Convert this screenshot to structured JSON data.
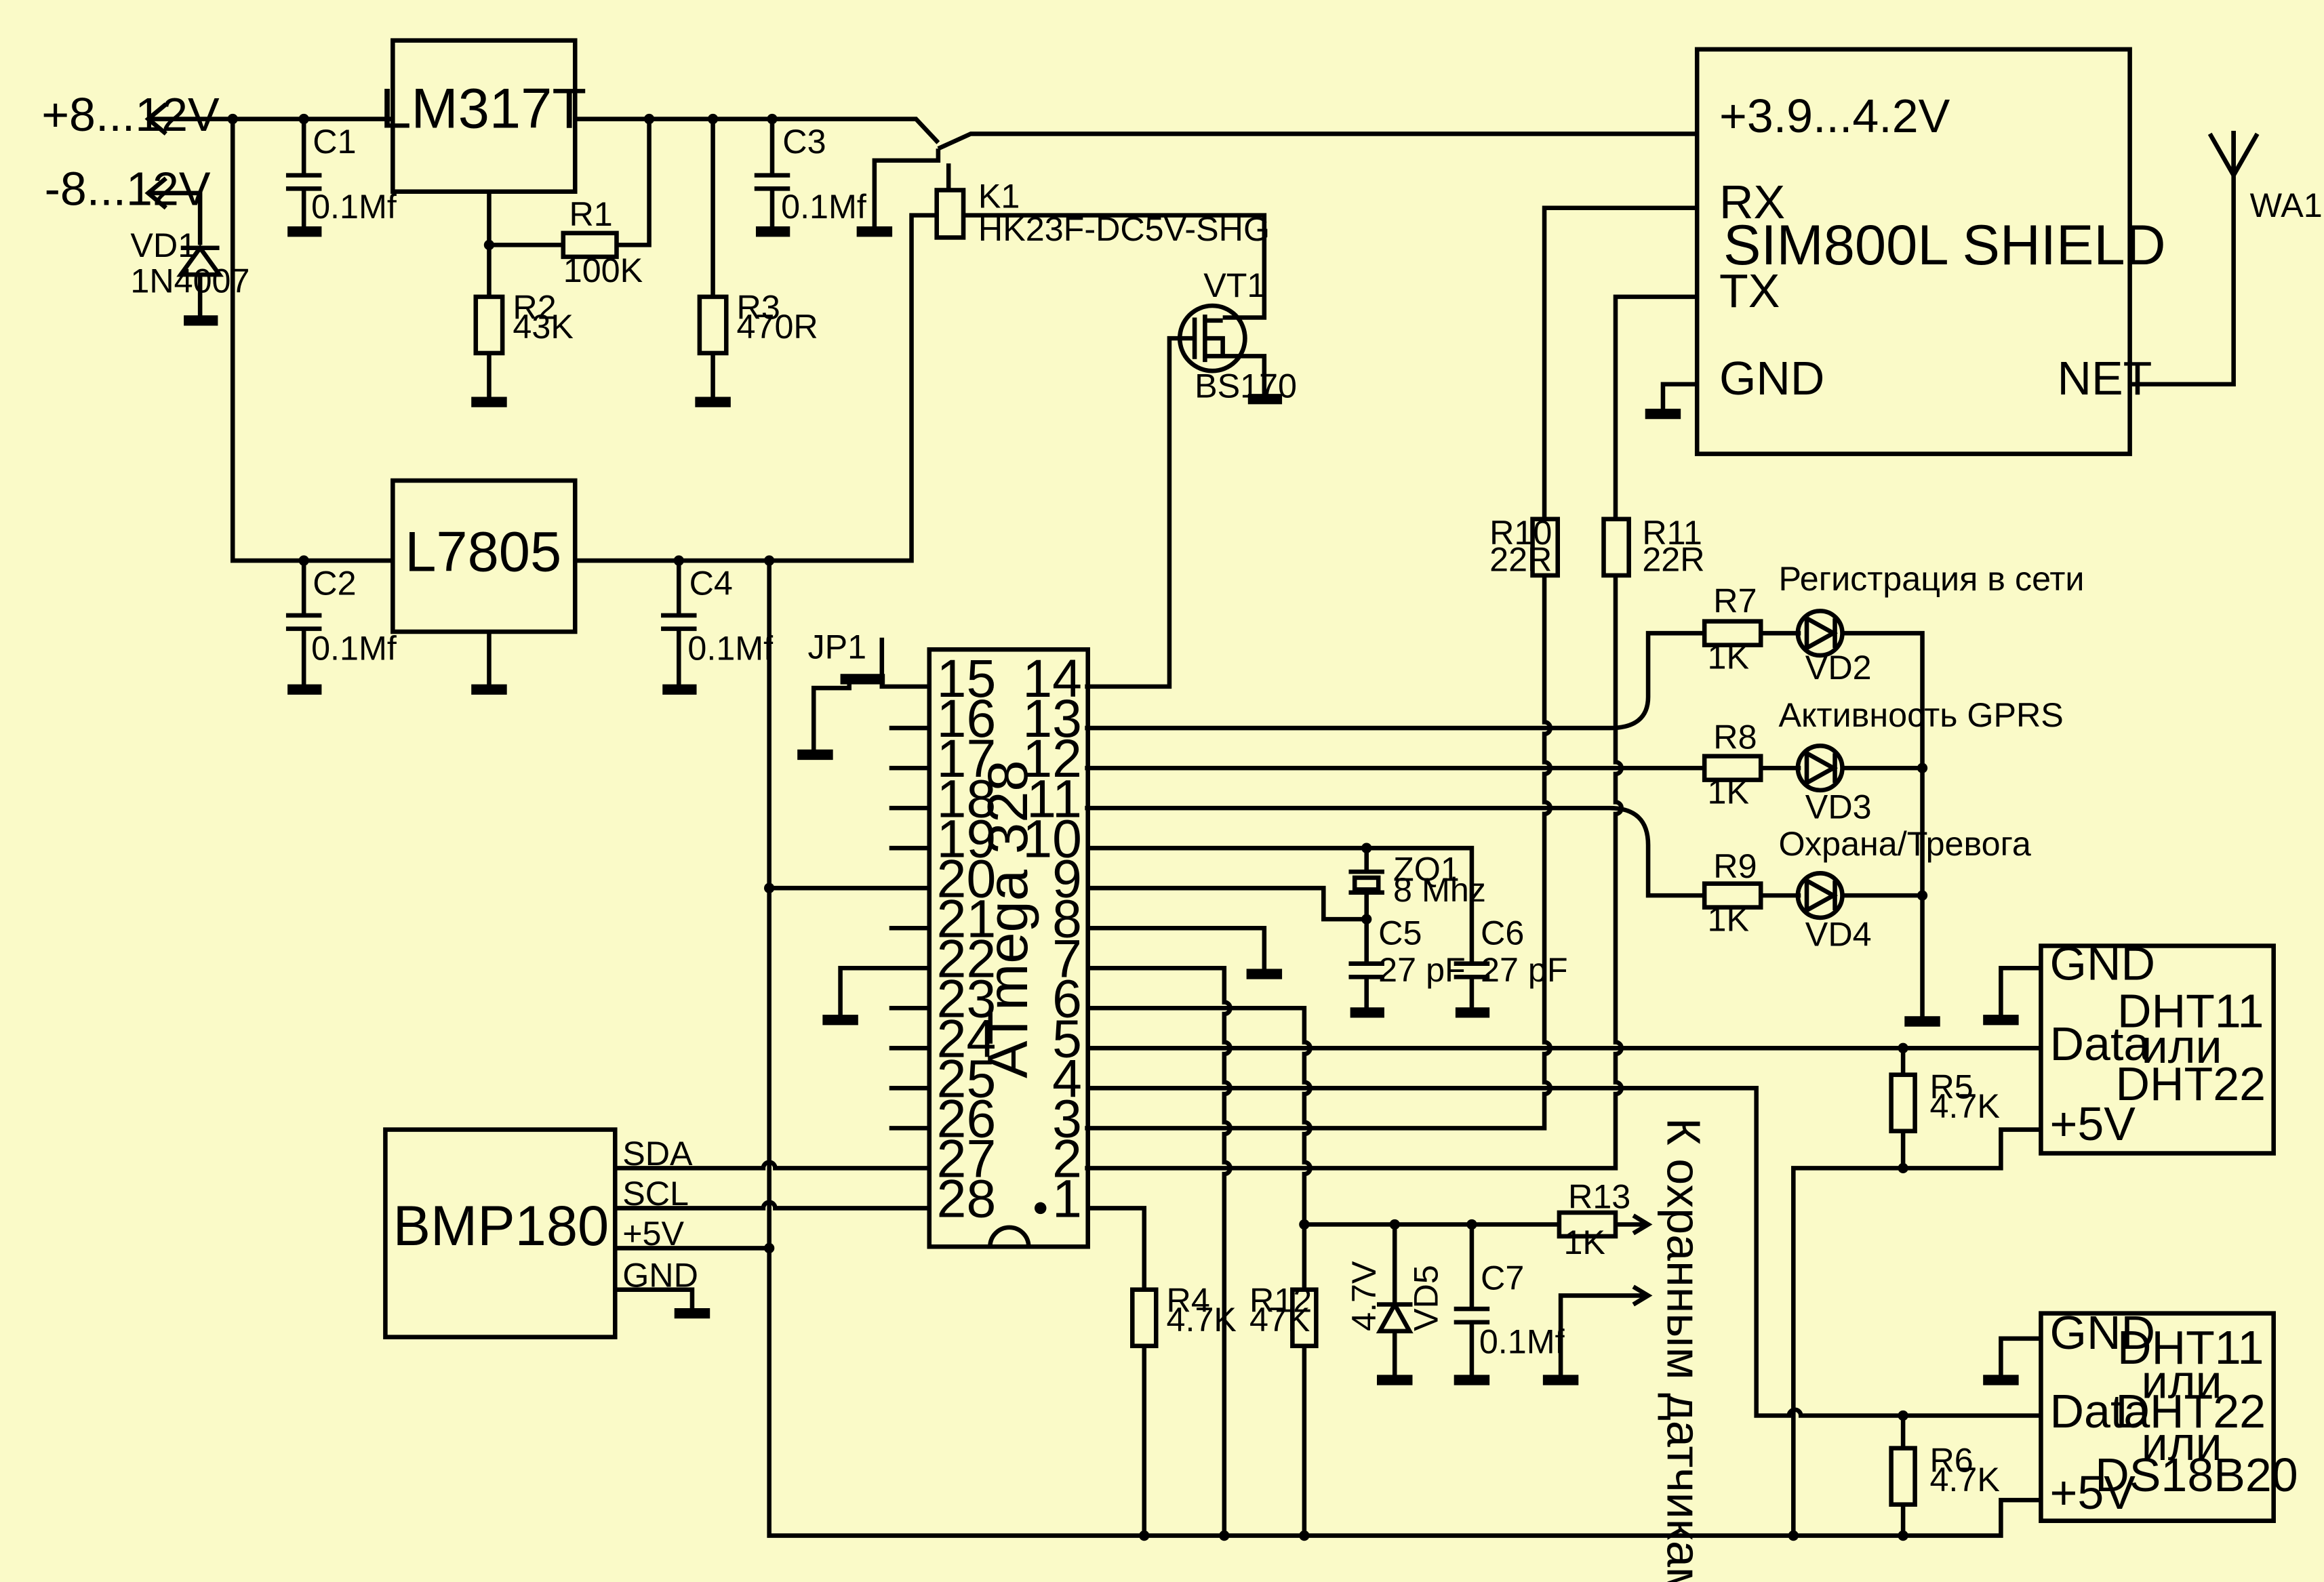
{
  "power": {
    "in_pos": "+8...12V",
    "in_neg": "-8...12V"
  },
  "reg1": {
    "name": "LM317T"
  },
  "reg2": {
    "name": "L7805"
  },
  "gsm": {
    "name": "SIM800L SHIELD",
    "vcc": "+3.9...4.2V",
    "rx": "RX",
    "tx": "TX",
    "gnd": "GND",
    "net": "NET"
  },
  "antenna": {
    "ref": "WA1"
  },
  "relay": {
    "ref": "K1",
    "part": "HK23F-DC5V-SHG"
  },
  "mosfet": {
    "ref": "VT1",
    "part": "BS170"
  },
  "diode": {
    "ref": "VD1",
    "part": "1N4007"
  },
  "mcu": {
    "name": "ATmega 328"
  },
  "jumper": {
    "ref": "JP1"
  },
  "crystal": {
    "ref": "ZQ1",
    "value": "8 Mhz"
  },
  "bmp": {
    "name": "BMP180",
    "sda": "SDA",
    "scl": "SCL",
    "vcc": "+5V",
    "gnd": "GND"
  },
  "dht1": {
    "l1": "DHT11",
    "l2": "или",
    "l3": "DHT22",
    "gnd": "GND",
    "data": "Data",
    "vcc": "+5V"
  },
  "dht2": {
    "l1": "DHT11",
    "l2": "или",
    "l3": "DHT22",
    "l4": "или",
    "l5": "DS18B20",
    "gnd": "GND",
    "data": "Data",
    "vcc": "+5V"
  },
  "led_labels": {
    "vd2": "Регистрация в сети",
    "vd3": "Активность GPRS",
    "vd4": "Охрана/Тревога"
  },
  "sensors_label": "К охранным датчикам",
  "zener": {
    "ref": "VD5",
    "value": "4.7V"
  },
  "pins_left": [
    "15",
    "16",
    "17",
    "18",
    "19",
    "20",
    "21",
    "22",
    "23",
    "24",
    "25",
    "26",
    "27",
    "28"
  ],
  "pins_right": [
    "14",
    "13",
    "12",
    "11",
    "10",
    "9",
    "8",
    "7",
    "6",
    "5",
    "4",
    "3",
    "2",
    "1"
  ],
  "capacitors": [
    {
      "ref": "C1",
      "value": "0.1Mf"
    },
    {
      "ref": "C2",
      "value": "0.1Mf"
    },
    {
      "ref": "C3",
      "value": "0.1Mf"
    },
    {
      "ref": "C4",
      "value": "0.1Mf"
    },
    {
      "ref": "C5",
      "value": "27 pF"
    },
    {
      "ref": "C6",
      "value": "27 pF"
    },
    {
      "ref": "C7",
      "value": "0.1Mf"
    }
  ],
  "resistors": [
    {
      "ref": "R1",
      "value": "100K"
    },
    {
      "ref": "R2",
      "value": "43K"
    },
    {
      "ref": "R3",
      "value": "470R"
    },
    {
      "ref": "R4",
      "value": "4.7K"
    },
    {
      "ref": "R5",
      "value": "4.7K"
    },
    {
      "ref": "R6",
      "value": "4.7K"
    },
    {
      "ref": "R7",
      "value": "1K"
    },
    {
      "ref": "R8",
      "value": "1K"
    },
    {
      "ref": "R9",
      "value": "1K"
    },
    {
      "ref": "R10",
      "value": "22R"
    },
    {
      "ref": "R11",
      "value": "22R"
    },
    {
      "ref": "R12",
      "value": "47K"
    },
    {
      "ref": "R13",
      "value": "1K"
    }
  ],
  "leds": [
    {
      "ref": "VD2"
    },
    {
      "ref": "VD3"
    },
    {
      "ref": "VD4"
    }
  ]
}
